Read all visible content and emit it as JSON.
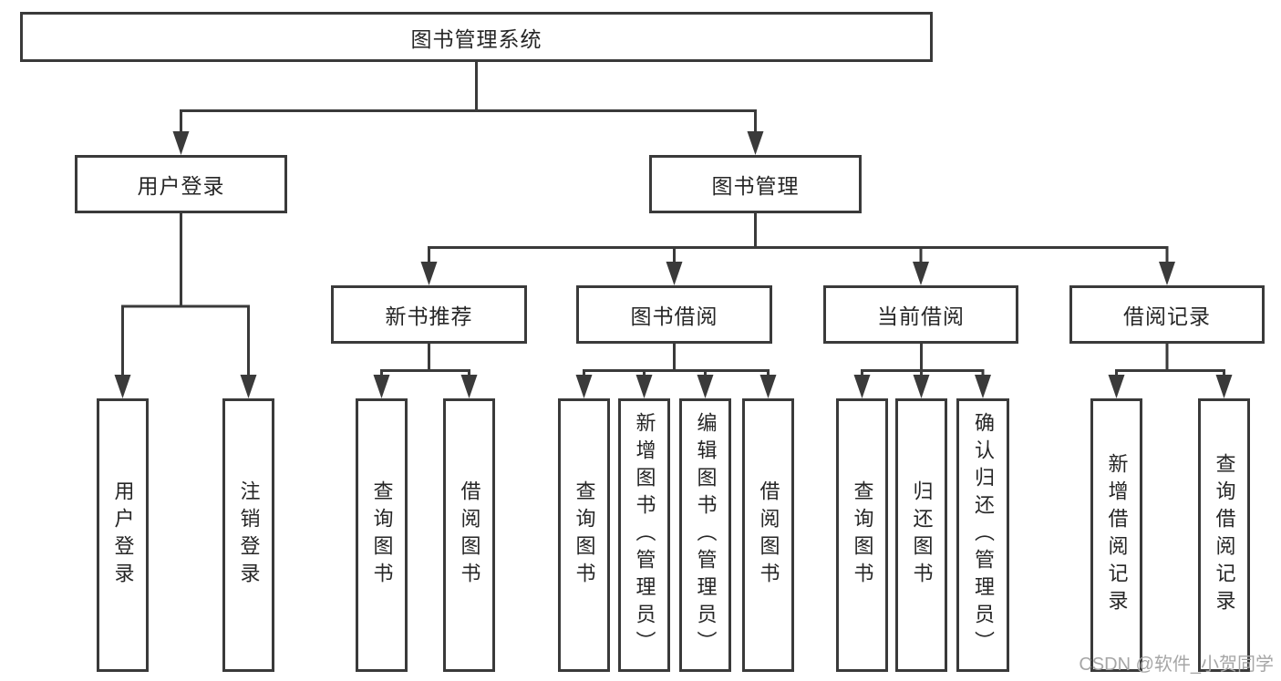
{
  "diagram": {
    "title": "图书管理系统",
    "root": {
      "label": "图书管理系统"
    },
    "branches": {
      "user_login": {
        "label": "用户登录",
        "children": [
          {
            "label": "用户登录"
          },
          {
            "label": "注销登录"
          }
        ]
      },
      "book_management": {
        "label": "图书管理"
      }
    },
    "modules": [
      {
        "label": "新书推荐",
        "children": [
          {
            "label": "查询图书"
          },
          {
            "label": "借阅图书"
          }
        ]
      },
      {
        "label": "图书借阅",
        "children": [
          {
            "label": "查询图书"
          },
          {
            "label": "新增图书（管理员）"
          },
          {
            "label": "编辑图书（管理员）"
          },
          {
            "label": "借阅图书"
          }
        ]
      },
      {
        "label": "当前借阅",
        "children": [
          {
            "label": "查询图书"
          },
          {
            "label": "归还图书"
          },
          {
            "label": "确认归还（管理员）"
          }
        ]
      },
      {
        "label": "借阅记录",
        "children": [
          {
            "label": "新增借阅记录"
          },
          {
            "label": "查询借阅记录"
          }
        ]
      }
    ]
  },
  "watermark": {
    "text": "CSDN @软件_小贺同学",
    "color": "#a6a6a6"
  },
  "colors": {
    "line": "#3a3a3a",
    "border": "#3a3a3a",
    "text": "#262626",
    "background": "#ffffff"
  }
}
